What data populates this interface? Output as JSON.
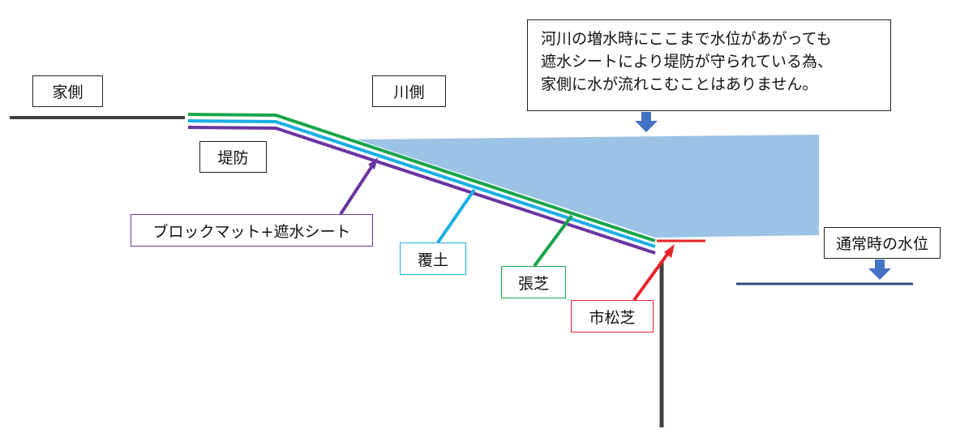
{
  "labels": {
    "house_side": "家側",
    "river_side": "川側",
    "embankment": "堤防",
    "block_mat": "ブロックマット+遮水シート",
    "covering_soil": "覆土",
    "sod": "張芝",
    "checkered_sod": "市松芝",
    "normal_water_level": "通常時の水位"
  },
  "note": {
    "lines": [
      "河川の増水時にここまで水位があがっても",
      "遮水シートにより堤防が守られている為、",
      "家側に水が流れこむことはありません。"
    ]
  },
  "colors": {
    "ground": "#404040",
    "sod_line": "#1aa54b",
    "soil_line": "#19afe6",
    "mat_line": "#6a35a0",
    "checkered_line": "#e8232a",
    "flood_water": "#9cc3e5",
    "normal_level_line": "#2f4e7e",
    "down_arrow": "#4472c4"
  }
}
